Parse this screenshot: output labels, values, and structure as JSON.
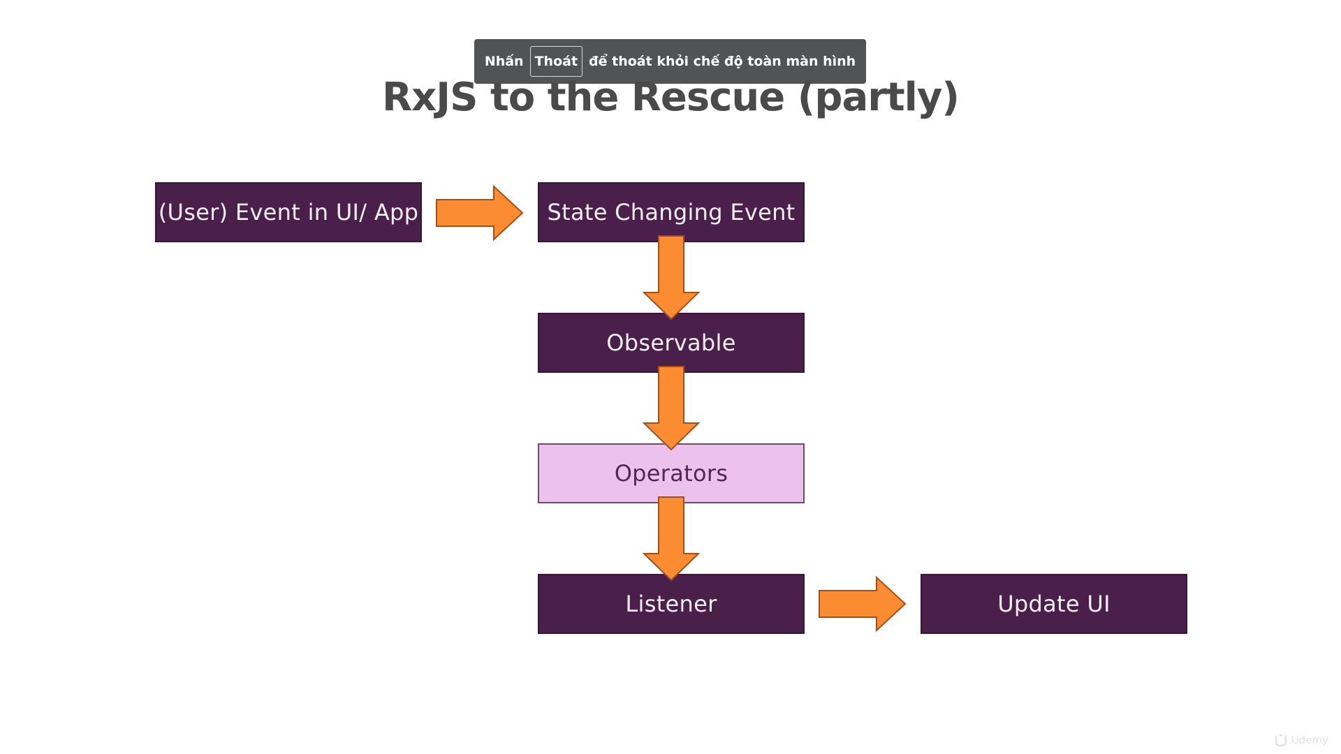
{
  "slide": {
    "title": "RxJS to the Rescue (partly)"
  },
  "fullscreen_toast": {
    "prefix": "Nhấn",
    "key": "Thoát",
    "suffix": "để thoát khỏi chế độ toàn màn hình"
  },
  "diagram": {
    "nodes": {
      "user_event": "(User) Event in UI/ App",
      "state_changing_event": "State Changing Event",
      "observable": "Observable",
      "operators": "Operators",
      "listener": "Listener",
      "update_ui": "Update UI"
    }
  },
  "watermark": {
    "text": "Udemy"
  },
  "colors": {
    "box_dark": "#4a1f4a",
    "box_light": "#ecc2ec",
    "arrow": "#fb8c31",
    "title": "#4a4a4a"
  }
}
